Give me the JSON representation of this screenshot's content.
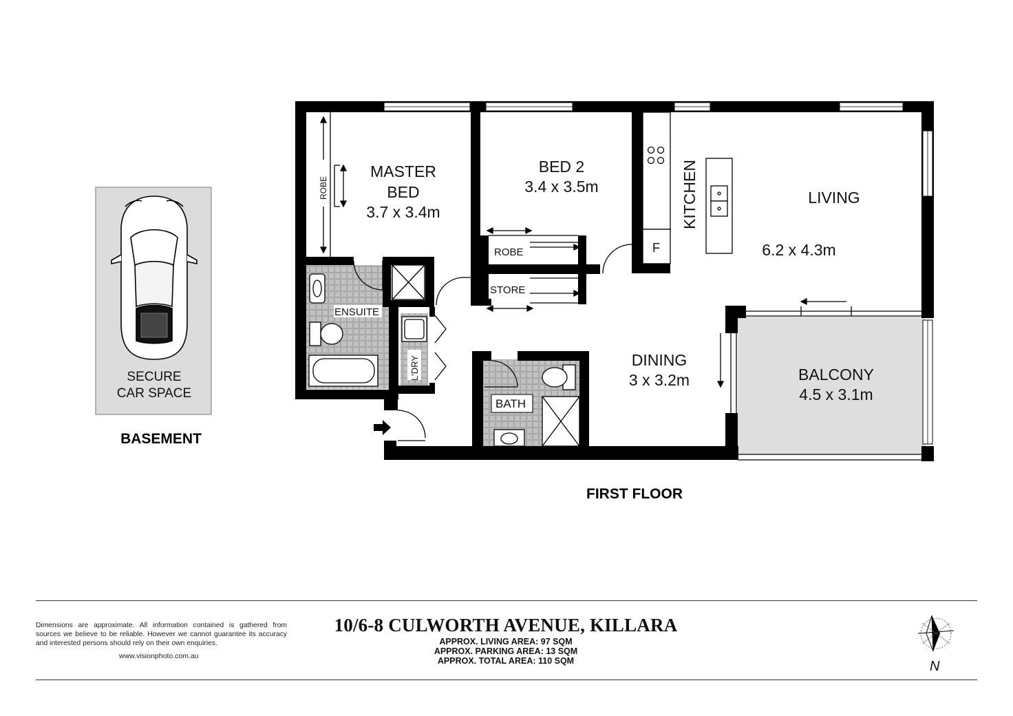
{
  "rooms": {
    "master_bed_line1": "MASTER",
    "master_bed_line2": "BED",
    "master_bed_size": "3.7 x 3.4m",
    "bed2_name": "BED 2",
    "bed2_size": "3.4 x 3.5m",
    "kitchen": "KITCHEN",
    "living": "LIVING",
    "living_size": "6.2 x 4.3m",
    "dining": "DINING",
    "dining_size": "3 x 3.2m",
    "balcony": "BALCONY",
    "balcony_size": "4.5 x 3.1m",
    "ensuite": "ENSUITE",
    "bath": "BATH",
    "laundry": "L'DRY",
    "robe_master": "ROBE",
    "robe_bed2": "ROBE",
    "store": "STORE",
    "fridge": "F"
  },
  "parking": {
    "line1": "SECURE",
    "line2": "CAR SPACE",
    "level": "BASEMENT"
  },
  "floor_label": "FIRST FLOOR",
  "footer": {
    "disclaimer": "Dimensions are approximate. All information contained is gathered from sources we believe to be reliable. However we cannot guarantee its accuracy and interested persons should rely on their own enquiries.",
    "website": "www.visionphoto.com.au",
    "address": "10/6-8 CULWORTH AVENUE, KILLARA",
    "living_area": "APPROX. LIVING AREA: 97 SQM",
    "parking_area": "APPROX. PARKING AREA: 13 SQM",
    "total_area": "APPROX. TOTAL AREA: 110 SQM",
    "north": "N"
  },
  "icons": [
    "car-icon",
    "compass-icon",
    "entry-arrow-icon"
  ]
}
